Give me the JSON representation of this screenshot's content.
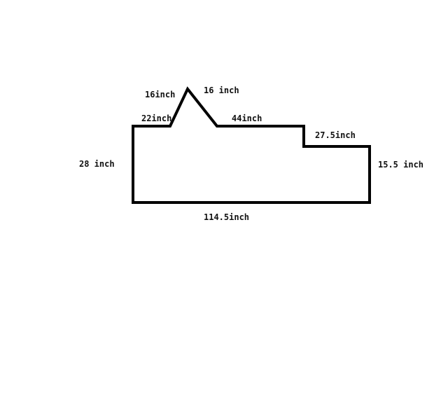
{
  "colors": {
    "background": "#ffffff",
    "outline": "#000000",
    "text": "#111111"
  },
  "labels": {
    "left_side": "28 inch",
    "bottom": "114.5inch",
    "right_side": "15.5 inch",
    "step_top": "27.5inch",
    "top_middle": "44inch",
    "top_left": "22inch",
    "peak_left": "16inch",
    "peak_right": "16 inch"
  }
}
